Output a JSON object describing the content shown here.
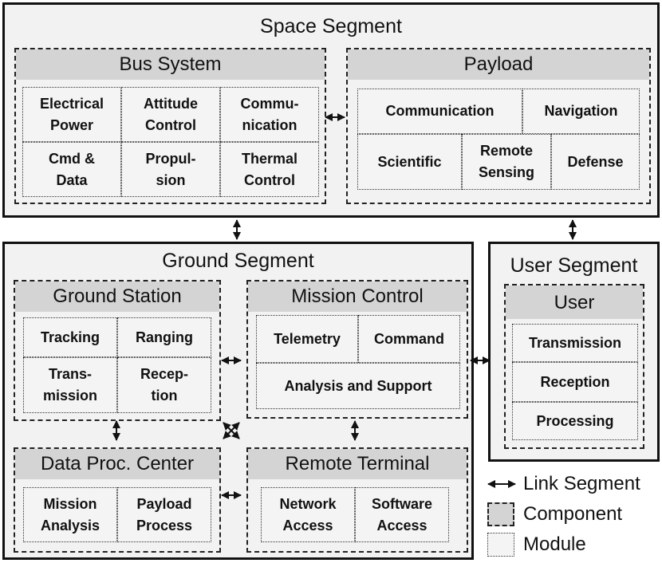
{
  "space_segment": {
    "title": "Space Segment",
    "bus_system": {
      "title": "Bus System",
      "modules": [
        "Electrical\nPower",
        "Attitude\nControl",
        "Commu-\nnication",
        "Cmd &\nData",
        "Propul-\nsion",
        "Thermal\nControl"
      ]
    },
    "payload": {
      "title": "Payload",
      "modules": [
        "Communication",
        "Navigation",
        "Scientific",
        "Remote\nSensing",
        "Defense"
      ]
    }
  },
  "ground_segment": {
    "title": "Ground Segment",
    "ground_station": {
      "title": "Ground Station",
      "modules": [
        "Tracking",
        "Ranging",
        "Trans-\nmission",
        "Recep-\ntion"
      ]
    },
    "mission_control": {
      "title": "Mission Control",
      "modules": [
        "Telemetry",
        "Command",
        "Analysis and Support"
      ]
    },
    "data_proc_center": {
      "title": "Data Proc. Center",
      "modules": [
        "Mission\nAnalysis",
        "Payload\nProcess"
      ]
    },
    "remote_terminal": {
      "title": "Remote Terminal",
      "modules": [
        "Network\nAccess",
        "Software\nAccess"
      ]
    }
  },
  "user_segment": {
    "title": "User Segment",
    "user": {
      "title": "User",
      "modules": [
        "Transmission",
        "Reception",
        "Processing"
      ]
    }
  },
  "legend": {
    "link": "Link Segment",
    "component": "Component",
    "module": "Module"
  }
}
